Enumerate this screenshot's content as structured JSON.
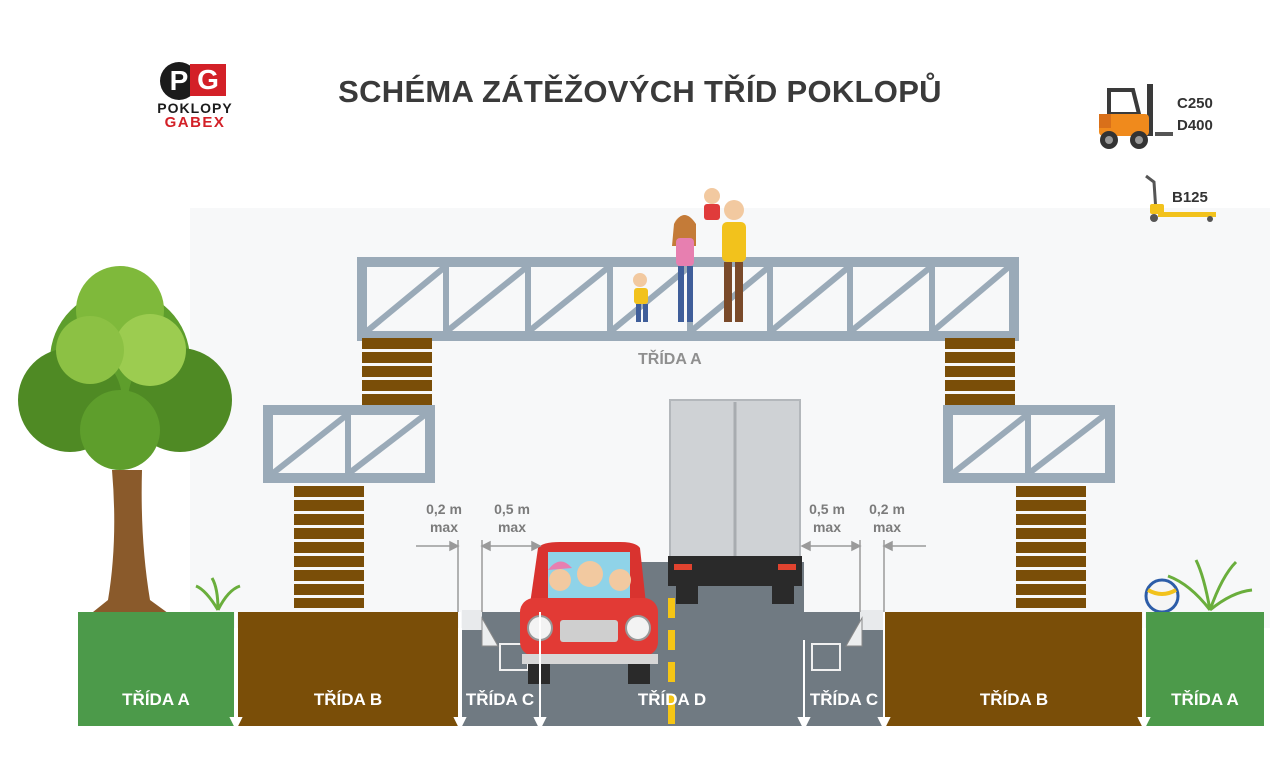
{
  "title": "SCHÉMA ZÁTĚŽOVÝCH TŘÍD POKLOPŮ",
  "logo": {
    "mark_left": "P",
    "mark_right": "G",
    "line1": "POKLOPY",
    "line2": "GABEX"
  },
  "vehicle_legend": [
    {
      "icon": "forklift-icon",
      "classes": [
        "C250",
        "D400"
      ]
    },
    {
      "icon": "pallet-jack-icon",
      "classes": [
        "B125"
      ]
    }
  ],
  "bridge_label": "TŘÍDA A",
  "dimensions": {
    "left_outer": {
      "value": "0,2 m",
      "unit": "max"
    },
    "left_inner": {
      "value": "0,5 m",
      "unit": "max"
    },
    "right_inner": {
      "value": "0,5 m",
      "unit": "max"
    },
    "right_outer": {
      "value": "0,2 m",
      "unit": "max"
    }
  },
  "zones": [
    {
      "label": "TŘÍDA A"
    },
    {
      "label": "TŘÍDA B"
    },
    {
      "label": "TŘÍDA C"
    },
    {
      "label": "TŘÍDA D"
    },
    {
      "label": "TŘÍDA C"
    },
    {
      "label": "TŘÍDA B"
    },
    {
      "label": "TŘÍDA A"
    }
  ],
  "colors": {
    "zone_a": "#4c9a4a",
    "zone_b": "#7a4e08",
    "road": "#707a82",
    "truss": "#9aaab8",
    "brick": "#7a4e08",
    "brand_red": "#d32027",
    "road_line": "#f5c515"
  }
}
